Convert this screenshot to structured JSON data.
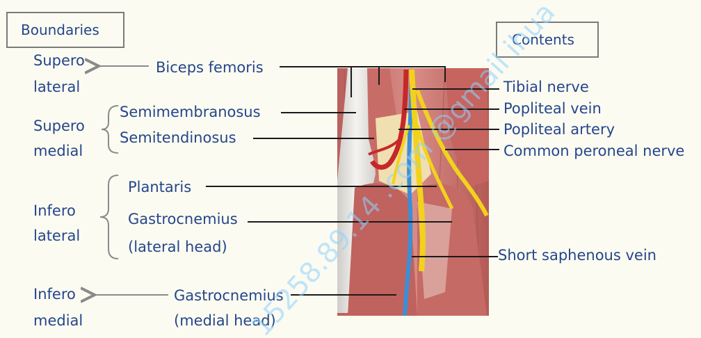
{
  "headings": {
    "boundaries": "Boundaries",
    "contents": "Contents"
  },
  "boundaries": {
    "superolateral": {
      "region_line1": "Supero",
      "region_line2": "lateral",
      "muscle": "Biceps femoris"
    },
    "superomedial": {
      "region_line1": "Supero",
      "region_line2": "medial",
      "muscles": [
        "Semimembranosus",
        "Semitendinosus"
      ]
    },
    "inferolateral": {
      "region_line1": "Infero",
      "region_line2": "lateral",
      "muscles": [
        "Plantaris",
        "Gastrocnemius",
        "(lateral head)"
      ]
    },
    "inferomedial": {
      "region_line1": "Infero",
      "region_line2": "medial",
      "muscles": [
        "Gastrocnemius",
        "(medial head)"
      ]
    }
  },
  "contents": [
    "Tibial nerve",
    "Popliteal vein",
    "Popliteal artery",
    "Common peroneal nerve",
    "Short saphenous vein"
  ],
  "watermark": "15258.89.14 .com  @gmail ihua",
  "colors": {
    "ink": "#24468c",
    "leader": "#1a1a1a",
    "arrow": "#8a8a8a",
    "nerve": "#f2d21c",
    "vein": "#3b8fd6",
    "artery": "#c62828",
    "muscle": "#c9736e",
    "tendon": "#e8e6e2"
  }
}
